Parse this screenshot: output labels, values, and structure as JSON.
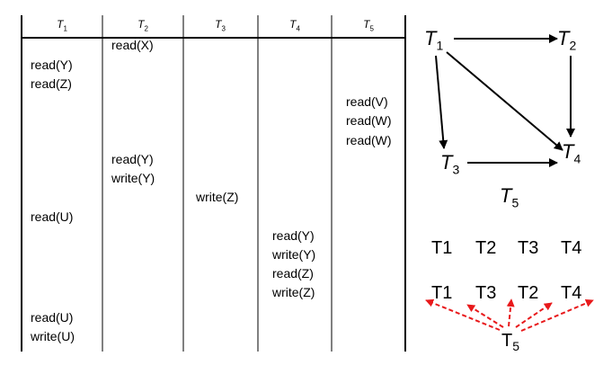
{
  "schedule": {
    "headers": [
      {
        "base": "T",
        "sub": "1"
      },
      {
        "base": "T",
        "sub": "2"
      },
      {
        "base": "T",
        "sub": "3"
      },
      {
        "base": "T",
        "sub": "4"
      },
      {
        "base": "T",
        "sub": "5"
      }
    ],
    "ops": [
      {
        "col": 1,
        "text": "read(X)"
      },
      {
        "col": 0,
        "text": "read(Y)"
      },
      {
        "col": 0,
        "text": "read(Z)"
      },
      {
        "col": 4,
        "text": "read(V)"
      },
      {
        "col": 4,
        "text": "read(W)"
      },
      {
        "col": 4,
        "text": "read(W)"
      },
      {
        "col": 1,
        "text": "read(Y)"
      },
      {
        "col": 1,
        "text": "write(Y)"
      },
      {
        "col": 2,
        "text": "write(Z)"
      },
      {
        "col": 0,
        "text": "read(U)"
      },
      {
        "col": 3,
        "text": "read(Y)"
      },
      {
        "col": 3,
        "text": "write(Y)"
      },
      {
        "col": 3,
        "text": "read(Z)"
      },
      {
        "col": 3,
        "text": "write(Z)"
      },
      {
        "col": 0,
        "text": "read(U)"
      },
      {
        "col": 0,
        "text": "write(U)"
      }
    ]
  },
  "graph": {
    "nodes": [
      {
        "base": "T",
        "sub": "1"
      },
      {
        "base": "T",
        "sub": "2"
      },
      {
        "base": "T",
        "sub": "3"
      },
      {
        "base": "T",
        "sub": "4"
      },
      {
        "base": "T",
        "sub": "5"
      }
    ],
    "edges": [
      {
        "from": "T1",
        "to": "T2"
      },
      {
        "from": "T1",
        "to": "T3"
      },
      {
        "from": "T1",
        "to": "T4"
      },
      {
        "from": "T2",
        "to": "T4"
      },
      {
        "from": "T3",
        "to": "T4"
      }
    ]
  },
  "topo_orders": {
    "order1": [
      "T1",
      "T2",
      "T3",
      "T4"
    ],
    "order2": [
      "T1",
      "T3",
      "T2",
      "T4"
    ],
    "source": {
      "base": "T",
      "sub": "5"
    },
    "arrow_color": "#e8191b"
  }
}
